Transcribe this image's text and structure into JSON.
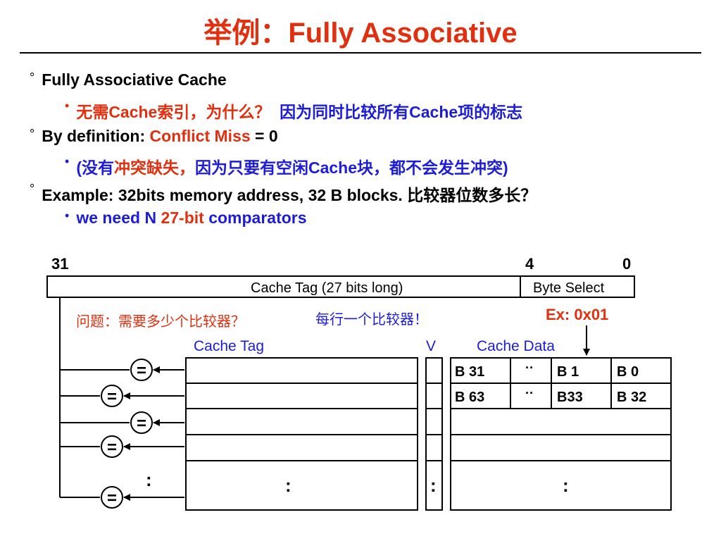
{
  "title": "举例：Fully Associative",
  "bullets": {
    "b1": {
      "mark": "°",
      "text": "Fully Associative Cache"
    },
    "b1_sub": {
      "mark": "•",
      "red": "无需Cache索引，为什么？",
      "blue": "因为同时比较所有Cache项的标志"
    },
    "b2": {
      "mark": "°",
      "prefix": "By definition: ",
      "red": "Conflict Miss",
      "suffix": " = 0"
    },
    "b2_sub": {
      "mark": "•",
      "p1": "(没有",
      "p2": "冲突缺失，",
      "p3": "因为只要有空闲Cache块，都不会发生冲突)"
    },
    "b3": {
      "mark": "°",
      "text": "Example: 32bits memory address, 32 B blocks. 比较器位数多长？"
    },
    "b3_sub": {
      "mark": "•",
      "p1": "we need N ",
      "p2": "27-bit",
      "p3": " comparators"
    }
  },
  "diagram": {
    "bit_31": "31",
    "bit_4": "4",
    "bit_0": "0",
    "tag_field": "Cache Tag (27 bits long)",
    "byte_select": "Byte Select",
    "question_red": "问题：需要多少个比较器？",
    "question_blue": "每行一个比较器！",
    "example_value": "Ex: 0x01",
    "col_cache_tag": "Cache Tag",
    "col_valid": "V",
    "col_cache_data": "Cache Data",
    "row1_cells": [
      "B 31",
      "B 1",
      "B 0"
    ],
    "row2_cells": [
      "B 63",
      "B33",
      "B 32"
    ],
    "comparator_symbol": "=",
    "dots_h": "··",
    "dots_v": ":"
  },
  "colors": {
    "red": "#e03010",
    "blue": "#1d1dd8",
    "black": "#000000"
  }
}
